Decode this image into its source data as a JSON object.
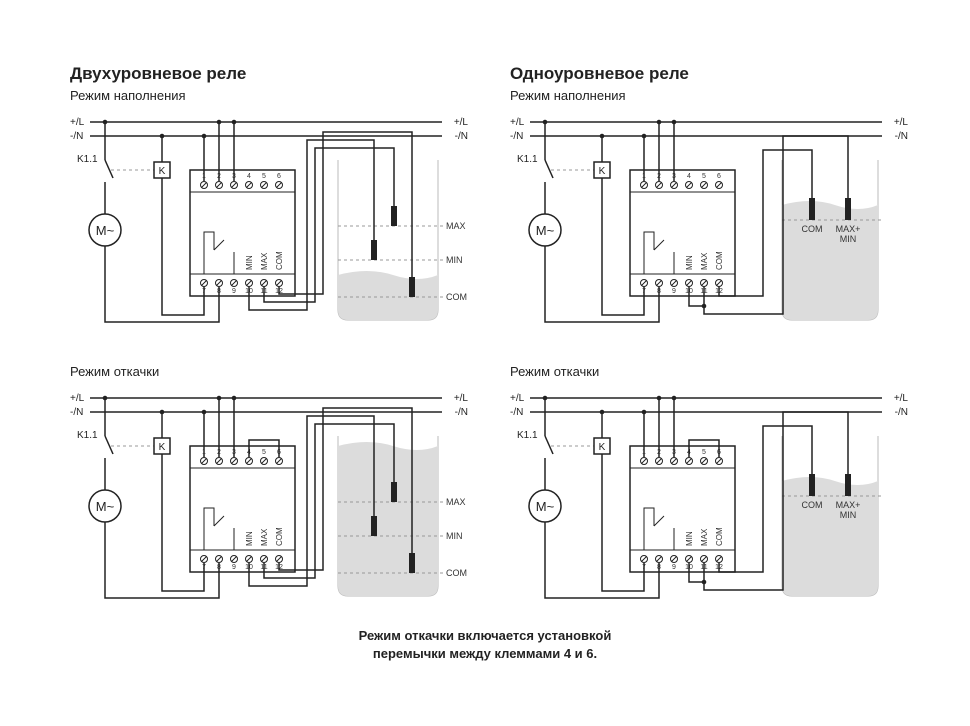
{
  "headings": {
    "two_level": "Двухуровневое реле",
    "one_level": "Одноуровневое реле"
  },
  "modes": {
    "fill": "Режим наполнения",
    "pump_out": "Режим откачки"
  },
  "bus": {
    "L": "+/L",
    "N": "-/N"
  },
  "relay": {
    "contact": "K1.1",
    "coil": "K",
    "motor": "M~"
  },
  "terminals": {
    "top": [
      "1",
      "2",
      "3",
      "4",
      "5",
      "6"
    ],
    "bottom": [
      "7",
      "8",
      "9",
      "10",
      "11",
      "12"
    ],
    "inputs": [
      "MIN",
      "MAX",
      "COM"
    ]
  },
  "levels": {
    "max": "MAX",
    "min": "MIN",
    "com": "COM",
    "com_single": "COM",
    "max_min_line1": "MAX+",
    "max_min_line2": "MIN"
  },
  "note": {
    "line1": "Режим откачки включается установкой",
    "line2": "перемычки между клеммами 4 и 6."
  }
}
